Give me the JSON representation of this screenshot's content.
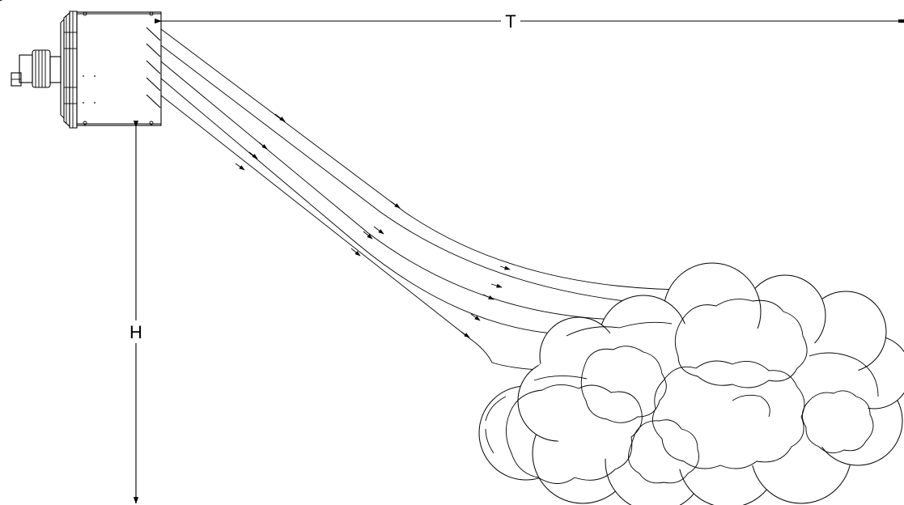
{
  "dimensions": {
    "throw_label": "T",
    "height_label": "H"
  },
  "colors": {
    "stroke": "#000000",
    "background": "#ffffff"
  },
  "airflow": {
    "arrow_count": 5
  }
}
